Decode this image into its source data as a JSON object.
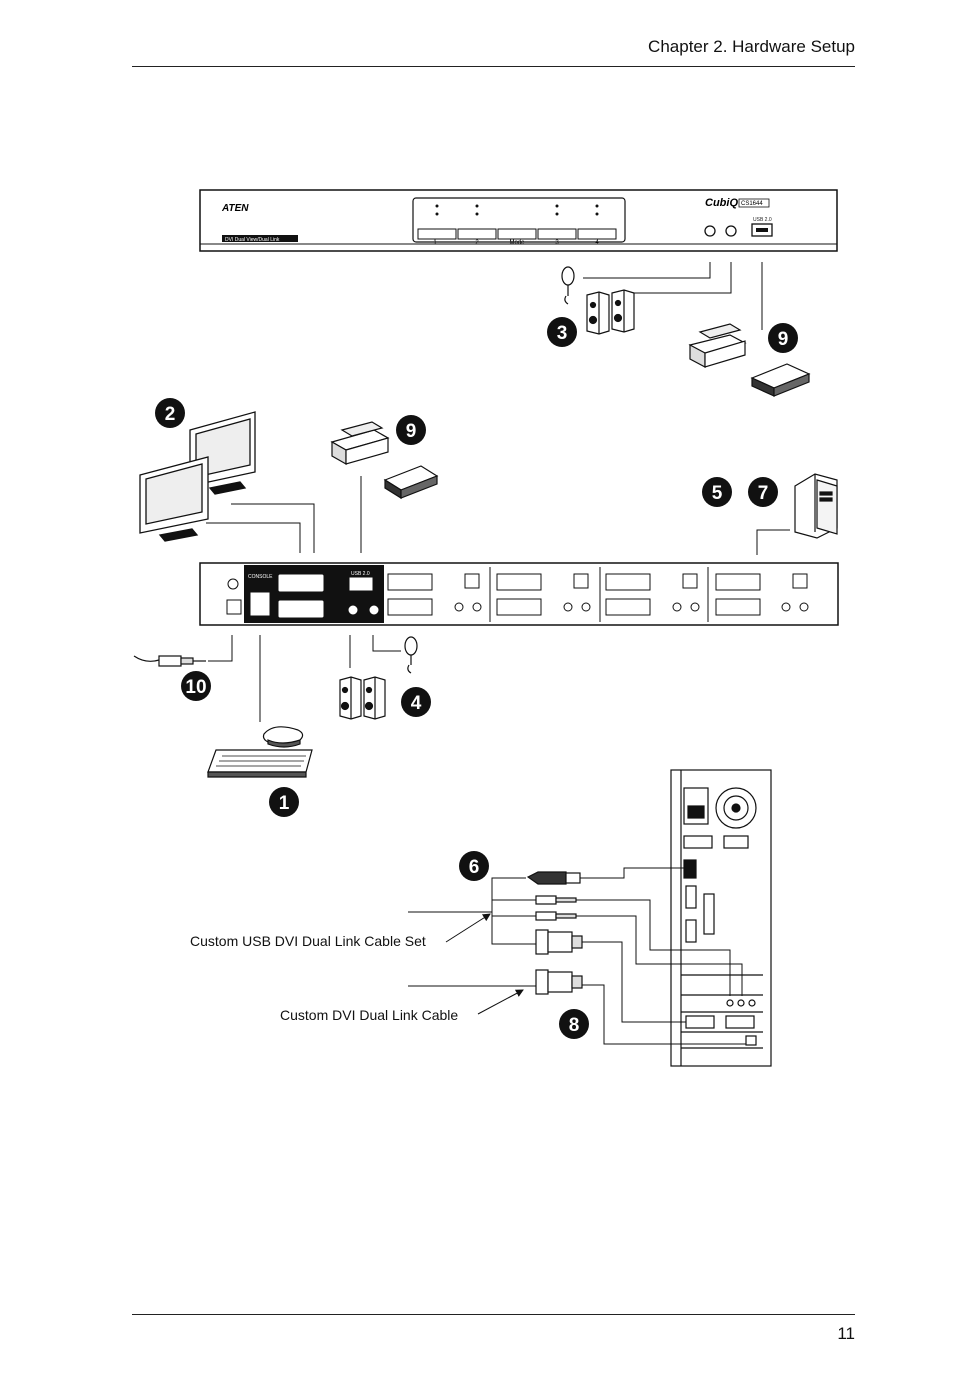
{
  "header": {
    "title": "Chapter 2. Hardware Setup"
  },
  "footer": {
    "page_number": "11"
  },
  "diagram": {
    "front_panel": {
      "brand": "ATEN",
      "model_logo": "CubiQ",
      "model_badge": "CS1644",
      "strip_label": "DVI Dual View/Dual Link",
      "port_buttons": [
        "1",
        "2",
        "Mode",
        "3",
        "4"
      ],
      "usb_label": "USB 2.0"
    },
    "rear_panel": {
      "console_label": "CONSOLE",
      "usb_label": "USB 2.0"
    },
    "callouts": [
      "1",
      "2",
      "3",
      "4",
      "5",
      "7",
      "6",
      "8",
      "9",
      "9",
      "10"
    ],
    "cable_labels": {
      "usb_dvi_set": "Custom USB DVI Dual Link Cable Set",
      "dvi_cable": "Custom DVI Dual Link Cable"
    }
  }
}
